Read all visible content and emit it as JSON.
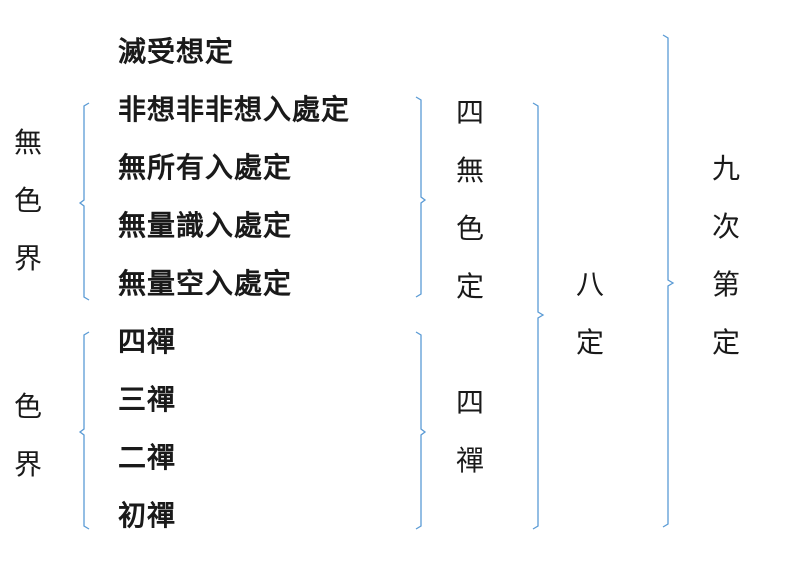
{
  "items": [
    "滅受想定",
    "非想非非想入處定",
    "無所有入處定",
    "無量識入處定",
    "無量空入處定",
    "四禪",
    "三禪",
    "二禪",
    "初禪"
  ],
  "left_labels": {
    "formless_realm": [
      "無",
      "色",
      "界"
    ],
    "form_realm": [
      "色",
      "界"
    ]
  },
  "right_labels": {
    "four_formless_samadhi": [
      "四",
      "無",
      "色",
      "定"
    ],
    "four_dhyana": [
      "四",
      "禪"
    ],
    "eight_samadhi": [
      "八",
      "定"
    ],
    "nine_successive_samadhi": [
      "九",
      "次",
      "第",
      "定"
    ]
  },
  "colors": {
    "text": "#1a1a1a",
    "bracket": "#5b9bd5"
  }
}
